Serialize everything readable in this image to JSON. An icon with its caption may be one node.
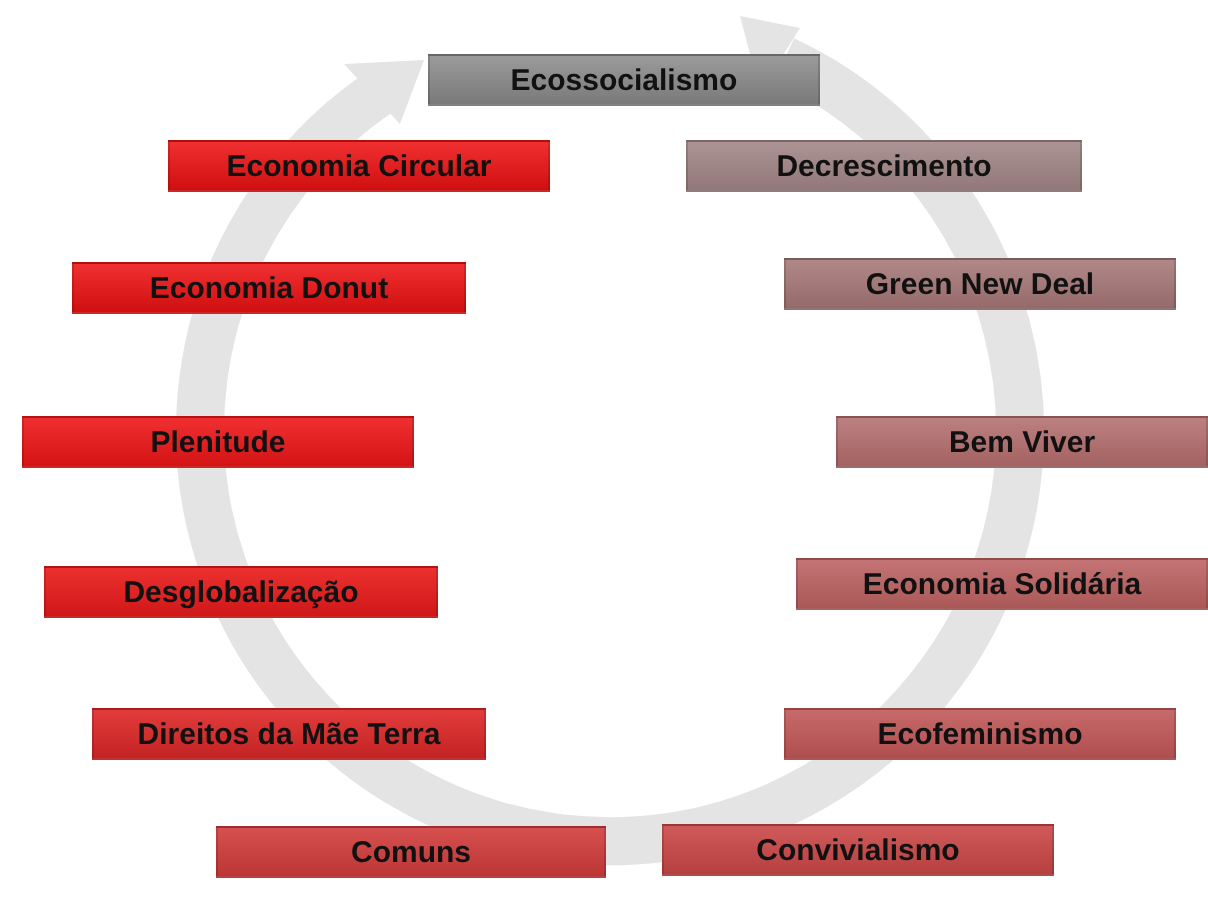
{
  "diagram": {
    "nodes": [
      {
        "text": [
          "Ecossocialismo"
        ]
      },
      {
        "text": [
          "Economia Circular"
        ]
      },
      {
        "text": [
          "Decrescimento"
        ]
      },
      {
        "text": [
          "Economia Donut"
        ]
      },
      {
        "text": [
          "Green New Deal"
        ]
      },
      {
        "text": [
          "Plenitude"
        ]
      },
      {
        "text": [
          "Bem Viver"
        ]
      },
      {
        "text": [
          "Desglobalização"
        ]
      },
      {
        "text": [
          "Economia Solidária"
        ]
      },
      {
        "text": [
          "Direitos da Mãe Terra"
        ]
      },
      {
        "text": [
          "Ecofeminismo"
        ]
      },
      {
        "text": [
          "Comuns"
        ]
      },
      {
        "text": [
          "Convivialismo"
        ]
      }
    ]
  }
}
